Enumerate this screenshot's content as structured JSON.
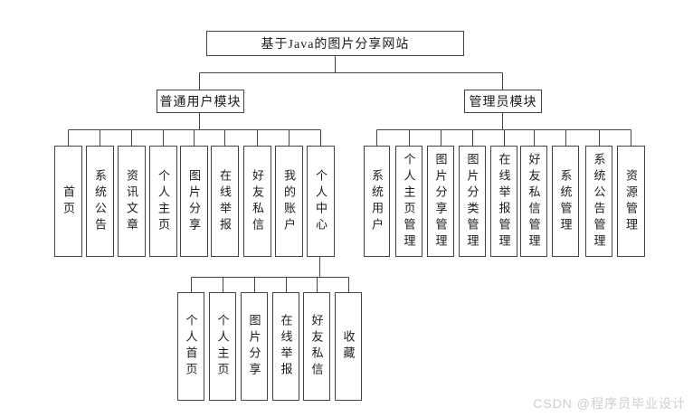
{
  "diagram": {
    "root": "基于Java的图片分享网站",
    "modules": [
      {
        "label": "普通用户模块",
        "children": [
          "首页",
          "系统公告",
          "资讯文章",
          "个人主页",
          "图片分享",
          "在线举报",
          "好友私信",
          "我的账户",
          "个人中心"
        ]
      },
      {
        "label": "管理员模块",
        "children": [
          "系统用户",
          "个人主页管理",
          "图片分享管理",
          "图片分类管理",
          "在线举报管理",
          "好友私信管理",
          "系统管理",
          "系统公告管理",
          "资源管理"
        ]
      }
    ],
    "personal_center_children": [
      "个人首页",
      "个人主页",
      "图片分享",
      "在线举报",
      "好友私信",
      "收藏"
    ]
  },
  "colors": {
    "line": "#444444",
    "watermark": "#cdcdcd"
  },
  "watermark": "CSDN @程序员毕业设计"
}
